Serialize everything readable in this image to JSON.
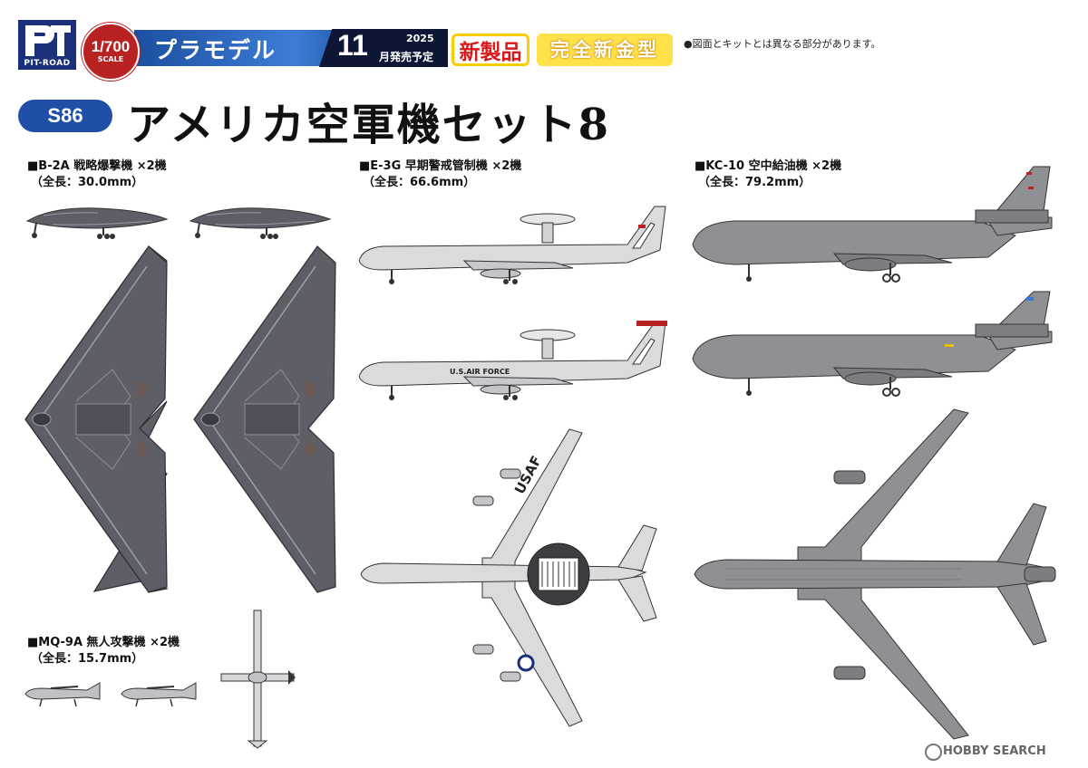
{
  "header": {
    "brand": "PIT-ROAD",
    "scale": {
      "value": "1/700",
      "label": "SCALE"
    },
    "category": "プラモデル",
    "release": {
      "month": "11",
      "year": "2025",
      "text": "月発売予定"
    },
    "badge_new": "新製品",
    "badge_mold": "完全新金型",
    "disclaimer": "●図面とキットとは異なる部分があります。"
  },
  "product": {
    "code": "S86",
    "title": "アメリカ空軍機セット8"
  },
  "aircraft": [
    {
      "label": "■B-2A 戦略爆撃機 ×2機",
      "length": "（全長：30.0mm）"
    },
    {
      "label": "■E-3G 早期警戒管制機 ×2機",
      "length": "（全長：66.6mm）"
    },
    {
      "label": "■KC-10 空中給油機 ×2機",
      "length": "（全長：79.2mm）"
    },
    {
      "label": "■MQ-9A 無人攻撃機 ×2機",
      "length": "（全長：15.7mm）"
    }
  ],
  "markings": {
    "usaf": "USAF",
    "us_air_force": "U.S.AIR FORCE"
  },
  "watermark": "HOBBY SEARCH",
  "colors": {
    "b2": "#5d5e66",
    "e3": "#d9dbdd",
    "kc10": "#8e9093",
    "accent_blue": "#1f4fa6",
    "accent_red": "#b82222",
    "accent_yellow": "#ffe14a"
  }
}
